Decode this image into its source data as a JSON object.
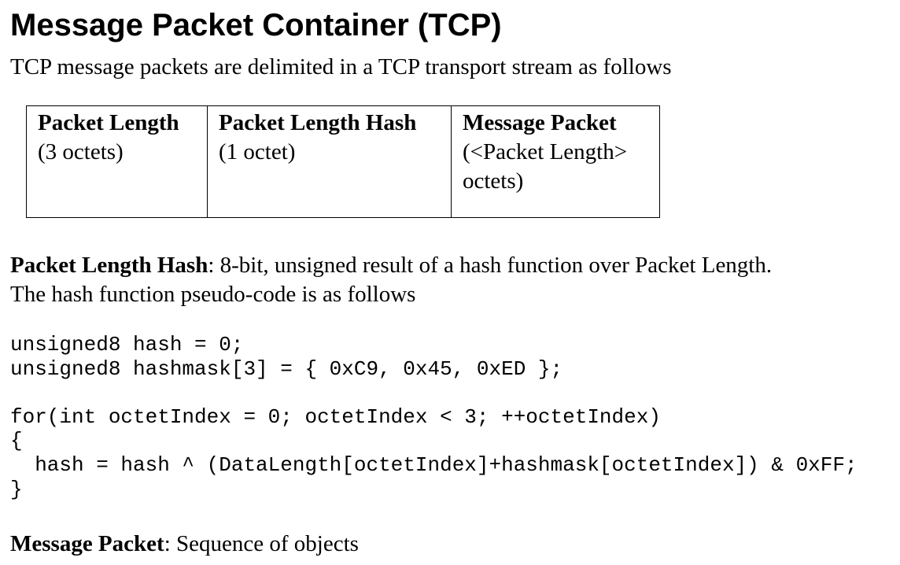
{
  "heading": "Message Packet Container (TCP)",
  "intro": "TCP message packets are delimited in a TCP transport stream as follows",
  "table": {
    "columns": [
      {
        "title": "Packet Length",
        "desc": "(3 octets)"
      },
      {
        "title": "Packet Length Hash",
        "desc": "(1 octet)"
      },
      {
        "title": "Message Packet",
        "desc": "(<Packet Length> octets)"
      }
    ]
  },
  "hash_description": {
    "term": "Packet Length Hash",
    "line1_rest": ": 8-bit, unsigned result of a hash function over Packet Length.",
    "line2": "The hash function pseudo-code is as follows"
  },
  "code_lines": [
    "unsigned8 hash = 0;",
    "unsigned8 hashmask[3] = { 0xC9, 0x45, 0xED };",
    "",
    "for(int octetIndex = 0; octetIndex < 3; ++octetIndex)",
    "{",
    "  hash = hash ^ (DataLength[octetIndex]+hashmask[octetIndex]) & 0xFF;",
    "}"
  ],
  "message_description": {
    "term": "Message Packet",
    "rest": ": Sequence of objects"
  }
}
